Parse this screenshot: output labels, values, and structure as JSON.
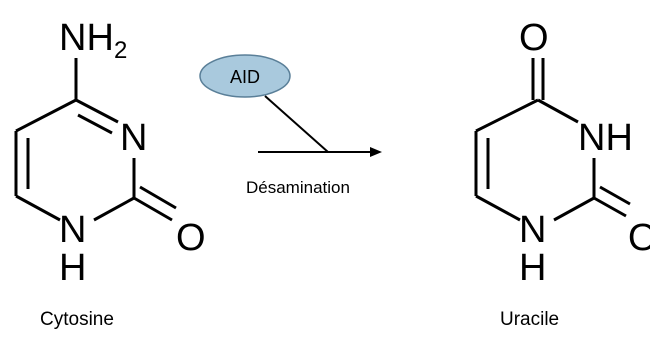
{
  "reaction": {
    "enzyme": {
      "label": "AID",
      "fill": "#a9c9dd",
      "stroke": "#5a7f98"
    },
    "process_label": "Désamination"
  },
  "cytosine": {
    "name": "Cytosine",
    "amino_group": "NH",
    "amino_subscript": "2",
    "ring_n3": "N",
    "ring_n1": "N",
    "ring_n1_h": "H",
    "carbonyl_o": "O"
  },
  "uracil": {
    "name": "Uracile",
    "carbonyl_o_top": "O",
    "ring_nh": "NH",
    "ring_n1": "N",
    "ring_n1_h": "H",
    "carbonyl_o_right": "O"
  }
}
